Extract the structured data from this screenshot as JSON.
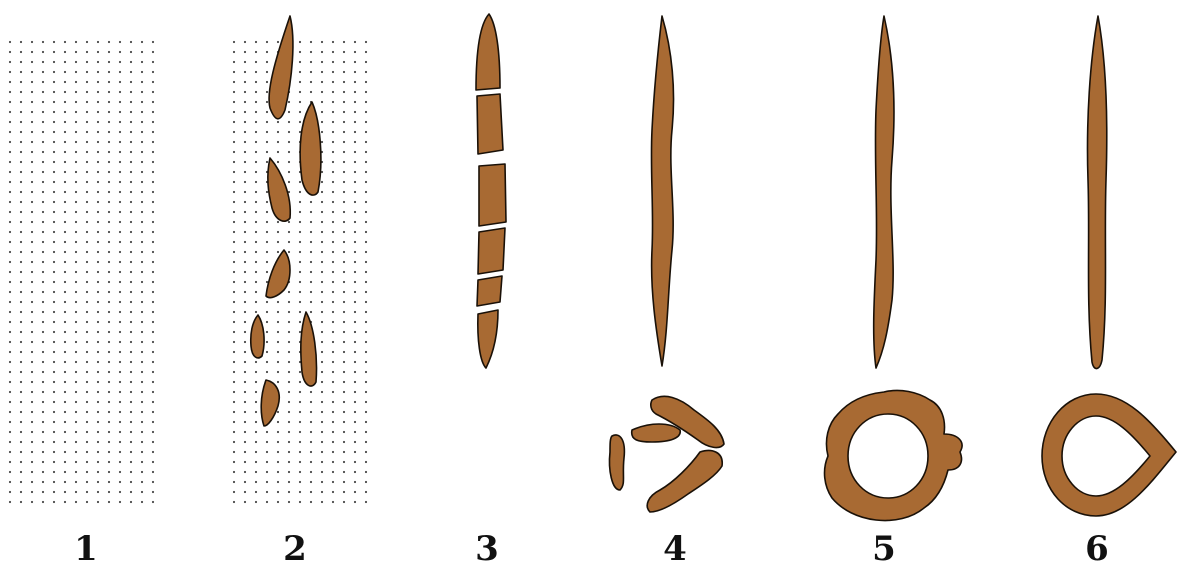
{
  "colors": {
    "fragment_fill": "#a86a33",
    "fragment_stroke": "#1a1108",
    "dot": "#4a4a4a",
    "background": "#ffffff"
  },
  "stages": [
    {
      "label": "1",
      "description": "dotted-field-only"
    },
    {
      "label": "2",
      "description": "scattered-fragments-on-dotted-field"
    },
    {
      "label": "3",
      "description": "aligned-segments-with-gaps"
    },
    {
      "label": "4",
      "description": "elongated-band-and-loose-ring"
    },
    {
      "label": "5",
      "description": "smoother-band-and-bumpy-ring"
    },
    {
      "label": "6",
      "description": "smooth-band-and-teardrop-ring"
    }
  ]
}
